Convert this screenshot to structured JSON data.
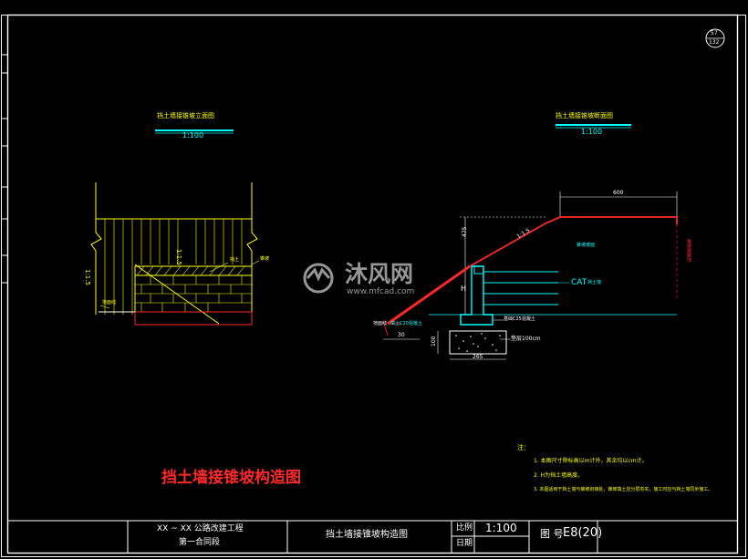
{
  "sheet": {
    "page_badge_top": "57",
    "page_badge_bottom": "132"
  },
  "left_view": {
    "title": "挡土墙接锥坡立面图",
    "scale": "1:100",
    "slope_vertical": "1:1.5",
    "slope_left": "1:1.5",
    "label_top_right": "锥坡",
    "label_mid": "挡土",
    "label_left": "地面线"
  },
  "right_view": {
    "title": "挡土墙接锥坡断面图",
    "scale": "1:100",
    "dim_top": "600",
    "dim_left_top": "475",
    "dim_h": "H",
    "slope_label": "1:1.5",
    "label_slope_surface": "锥坡坡面",
    "label_cat": "CAT",
    "label_cat_sub": "挡土墙",
    "label_base": "基础C25混凝土",
    "label_foundation": "垫层100cm",
    "label_left_ground": "地面线",
    "label_left_fill": "填土C20混凝土",
    "dim_30": "30",
    "dim_100": "100",
    "dim_base": "265",
    "vertical_note": "锥坡坡脚线"
  },
  "drawing_title": "挡土墙接锥坡构造图",
  "notes": {
    "heading": "注：",
    "items": [
      "1. 本图尺寸除标高以m计外，其余均以cm计。",
      "2. H为挡土墙高度。",
      "3. 本图适用于挡土墙与锥坡衔接处，锥坡填土应分层夯实，施工时应与挡土墙同步施工。"
    ]
  },
  "title_block": {
    "project_line1": "XX ~ XX 公路改建工程",
    "project_line2": "第一合同段",
    "drawing_name": "挡土墙接锥坡构造图",
    "scale_label": "比例",
    "scale_value": "1:100",
    "date_label": "日期",
    "drawing_no_label": "图 号",
    "drawing_no_value": "E8(20)"
  },
  "watermark": {
    "brand": "沐风网",
    "url": "www.mfcad.com"
  }
}
